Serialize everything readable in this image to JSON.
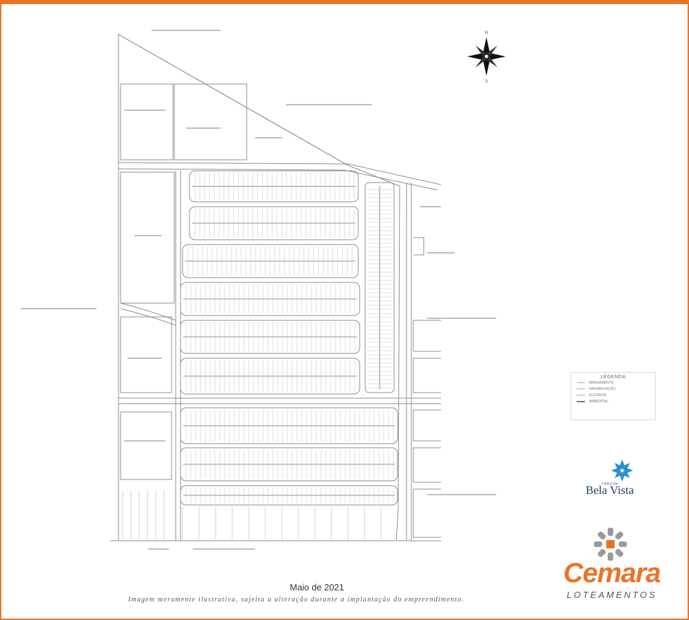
{
  "legend": {
    "title": "LEGENDA",
    "items": [
      {
        "label": "ARRUAMENTO"
      },
      {
        "label": "PAVIMENTAÇÃO"
      },
      {
        "label": "ELÉTRICA"
      },
      {
        "label": "AMBIENTAL"
      }
    ]
  },
  "footer": {
    "date": "Maio de 2021",
    "disclaimer": "Imagem meramente ilustrativa, sujeita a alteração durante a implantação do empreendimento."
  },
  "brand": {
    "small_caption": "JARDIM",
    "name": "Bela Vista",
    "company": "Cemara",
    "company_sub": "LOTEAMENTOS"
  },
  "colors": {
    "accent": "#e8742a",
    "bela_vista_blue": "#1d3e6e",
    "bela_vista_icon": "#2f8fd0",
    "plan_lines": "#8c8c8c"
  },
  "compass": {
    "north": "N",
    "south": "S"
  }
}
